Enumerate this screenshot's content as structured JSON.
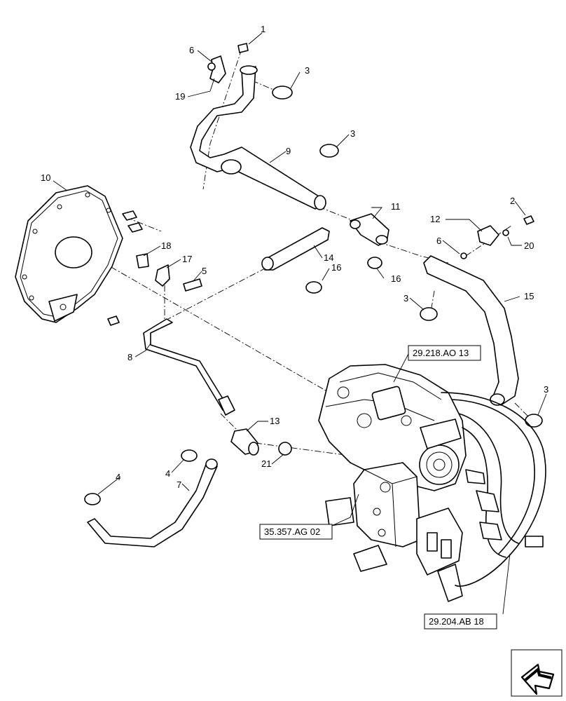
{
  "callouts": {
    "c1": "1",
    "c2": "2",
    "c3a": "3",
    "c3b": "3",
    "c3c": "3",
    "c3d": "3",
    "c4a": "4",
    "c4b": "4",
    "c5": "5",
    "c6a": "6",
    "c6b": "6",
    "c7": "7",
    "c8": "8",
    "c9": "9",
    "c10": "10",
    "c11": "11",
    "c12": "12",
    "c13": "13",
    "c14": "14",
    "c15": "15",
    "c16a": "16",
    "c16b": "16",
    "c17": "17",
    "c18": "18",
    "c19": "19",
    "c20": "20",
    "c21": "21"
  },
  "references": {
    "ref_a": "29.218.AO 13",
    "ref_b": "35.357.AG 02",
    "ref_c": "29.204.AB 18"
  },
  "icons": {
    "nav": "forward-arrow-icon"
  }
}
